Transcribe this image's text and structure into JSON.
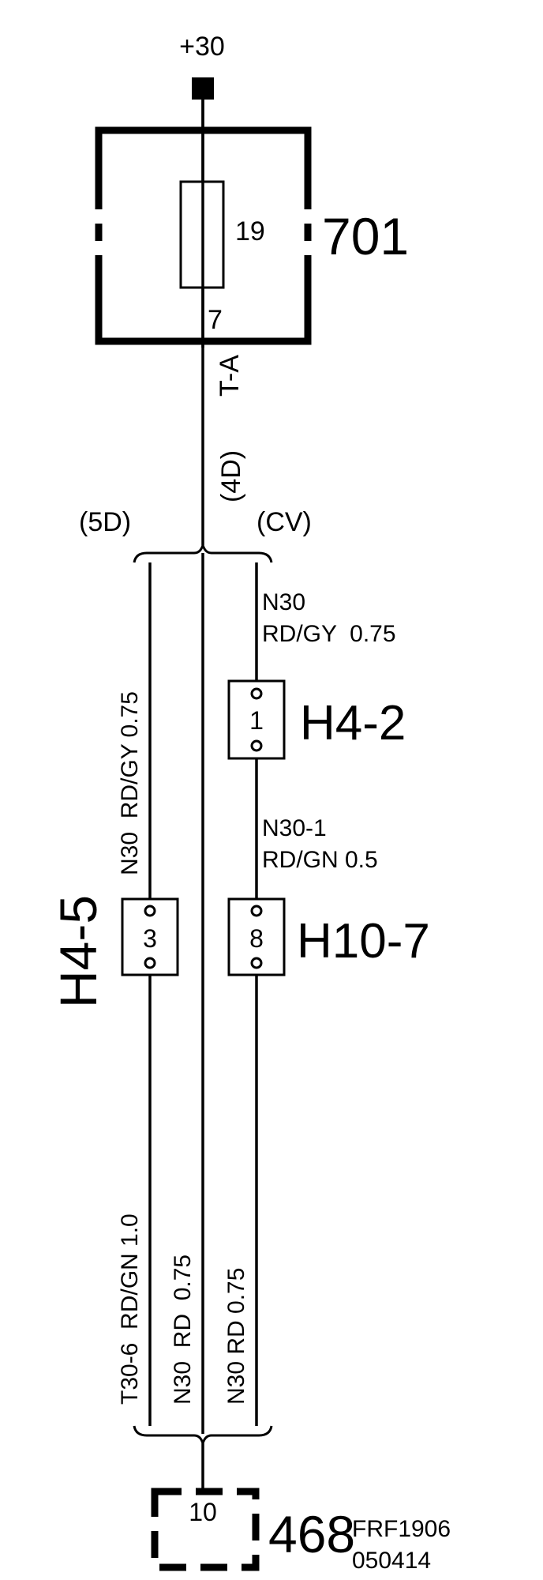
{
  "supply": {
    "label": "+30"
  },
  "module_701": {
    "id": "701",
    "fuse_number": "19",
    "output_pin": "7",
    "wire_code": "T-A"
  },
  "variants": {
    "left": "(5D)",
    "center": "(4D)",
    "right": "(CV)"
  },
  "right_branch": {
    "wire1_name": "N30",
    "wire1_spec": "RD/GY  0.75",
    "connector1_id": "H4-2",
    "connector1_pin": "1",
    "wire2_name": "N30-1",
    "wire2_spec": "RD/GN 0.5",
    "connector2_id": "H10-7",
    "connector2_pin": "8",
    "wire3_label": "N30 RD 0.75"
  },
  "left_branch": {
    "upper_wire_label": "N30  RD/GY 0.75",
    "connector_id": "H4-5",
    "connector_pin": "3",
    "lower_wire_label": "T30-6  RD/GN 1.0"
  },
  "center_branch": {
    "wire_label": "N30  RD  0.75"
  },
  "ground": {
    "id": "468",
    "pin": "10"
  },
  "footer": {
    "ref_code": "FRF1906",
    "date_code": "050414"
  }
}
